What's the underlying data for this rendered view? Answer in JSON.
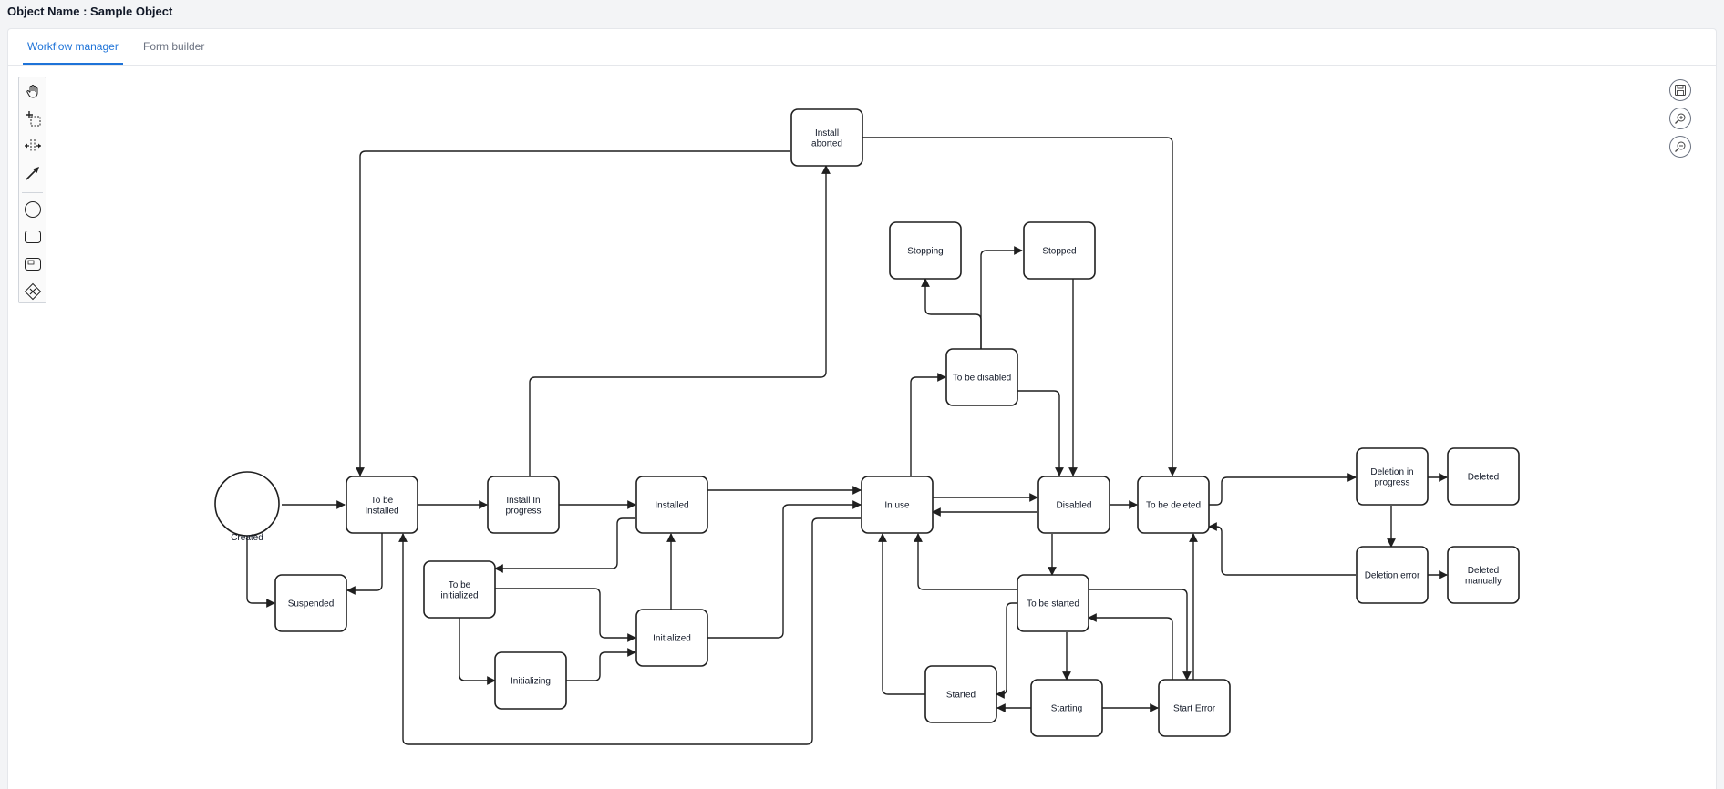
{
  "header": {
    "title": "Object Name : Sample Object"
  },
  "tabs": [
    {
      "label": "Workflow manager",
      "active": true
    },
    {
      "label": "Form builder",
      "active": false
    }
  ],
  "palette": [
    {
      "icon": "hand-tool-icon"
    },
    {
      "icon": "lasso-tool-icon"
    },
    {
      "icon": "space-tool-icon"
    },
    {
      "icon": "connect-tool-icon"
    },
    {
      "icon": "circle-shape-icon"
    },
    {
      "icon": "rectangle-shape-icon"
    },
    {
      "icon": "subprocess-shape-icon"
    },
    {
      "icon": "gateway-shape-icon"
    }
  ],
  "side_buttons": [
    {
      "icon": "save-icon"
    },
    {
      "icon": "zoom-in-icon"
    },
    {
      "icon": "zoom-out-icon"
    }
  ],
  "colors": {
    "accent": "#1e73d8",
    "stroke": "#1f1f1f"
  },
  "workflow": {
    "start": {
      "id": "created",
      "label": "Created"
    },
    "states": [
      {
        "id": "to_be_installed",
        "label": "To be Installed"
      },
      {
        "id": "install_in_progress",
        "label": "Install In progress"
      },
      {
        "id": "installed",
        "label": "Installed"
      },
      {
        "id": "install_aborted",
        "label": "Install aborted"
      },
      {
        "id": "suspended",
        "label": "Suspended"
      },
      {
        "id": "to_be_initialized",
        "label": "To be initialized"
      },
      {
        "id": "initializing",
        "label": "Initializing"
      },
      {
        "id": "initialized",
        "label": "Initialized"
      },
      {
        "id": "in_use",
        "label": "In use"
      },
      {
        "id": "stopping",
        "label": "Stopping"
      },
      {
        "id": "stopped",
        "label": "Stopped"
      },
      {
        "id": "to_be_disabled",
        "label": "To be disabled"
      },
      {
        "id": "disabled",
        "label": "Disabled"
      },
      {
        "id": "to_be_deleted",
        "label": "To be deleted"
      },
      {
        "id": "to_be_started",
        "label": "To be started"
      },
      {
        "id": "started",
        "label": "Started"
      },
      {
        "id": "starting",
        "label": "Starting"
      },
      {
        "id": "start_error",
        "label": "Start Error"
      },
      {
        "id": "deletion_in_progress",
        "label": "Deletion in progress"
      },
      {
        "id": "deleted",
        "label": "Deleted"
      },
      {
        "id": "deletion_error",
        "label": "Deletion error"
      },
      {
        "id": "deleted_manually",
        "label": "Deleted manually"
      }
    ]
  }
}
